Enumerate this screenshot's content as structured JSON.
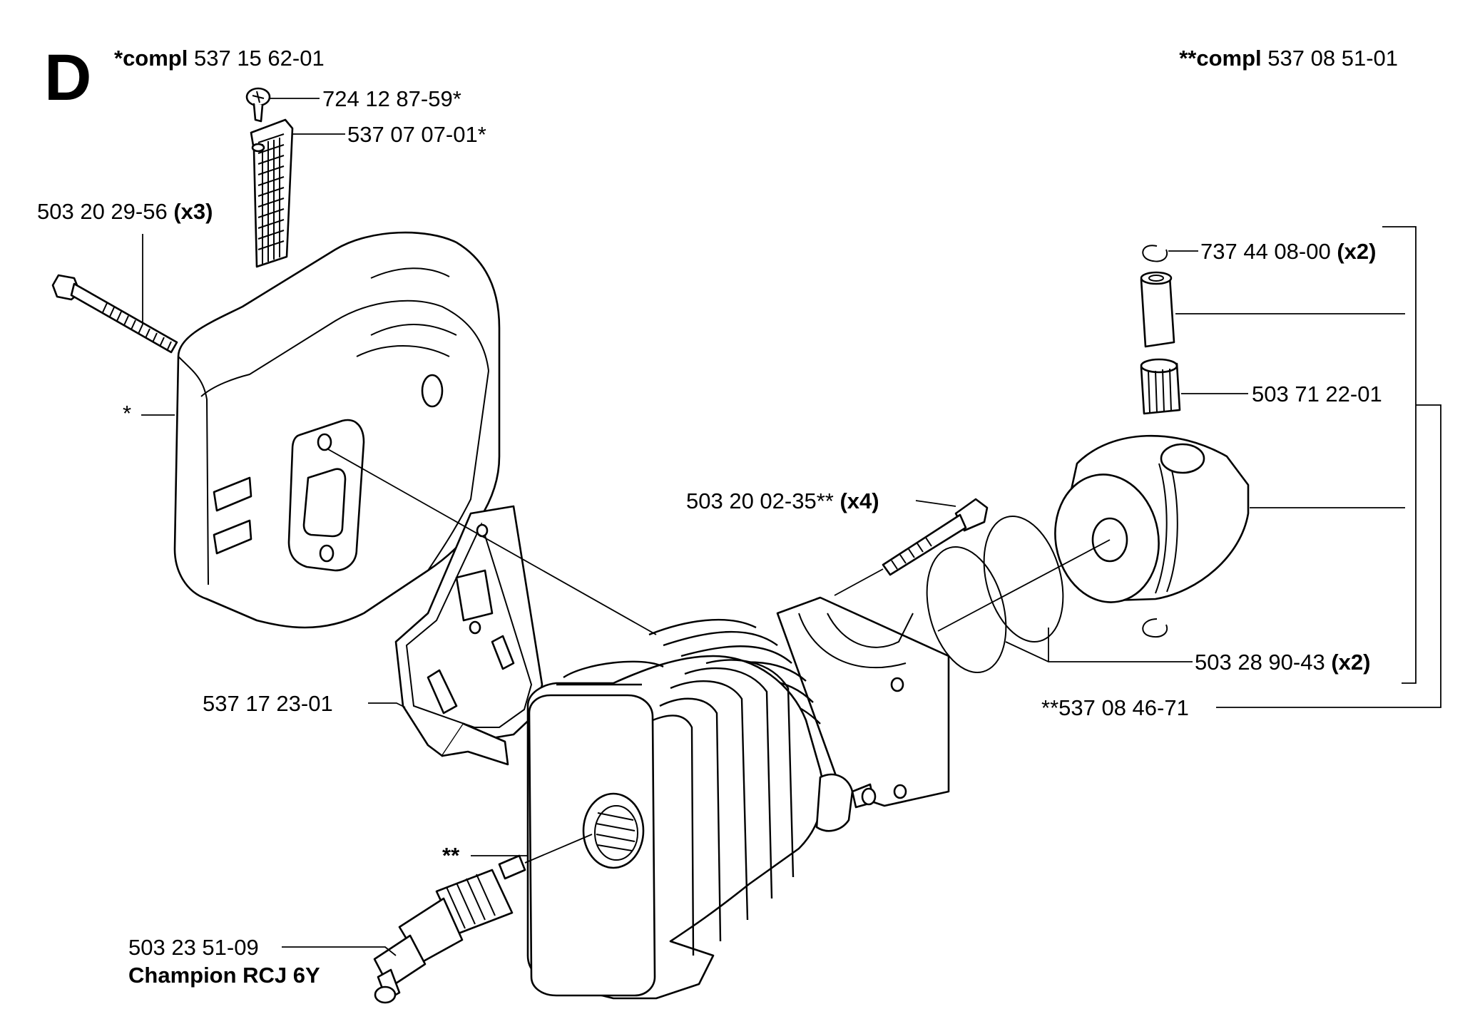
{
  "section_letter": "D",
  "header": {
    "left": {
      "prefix": "*compl",
      "number": "537 15 62-01"
    },
    "right": {
      "prefix": "**compl",
      "number": "537 08 51-01"
    }
  },
  "labels": {
    "screw_top": {
      "number": "724 12 87-59*",
      "qty": ""
    },
    "screen": {
      "number": "537 07 07-01*",
      "qty": ""
    },
    "muffler_bolt": {
      "number": "503 20 29-56",
      "qty": "(x3)"
    },
    "muffler": {
      "number": "*",
      "qty": ""
    },
    "circlip": {
      "number": "737 44 08-00",
      "qty": "(x2)"
    },
    "needle_bearing": {
      "number": "503 71 22-01",
      "qty": ""
    },
    "cylinder_bolt": {
      "number": "503 20 02-35**",
      "qty": "(x4)"
    },
    "gasket": {
      "number": "537 17 23-01",
      "qty": ""
    },
    "piston_rings": {
      "number": "503 28 90-43",
      "qty": "(x2)"
    },
    "piston_kit": {
      "number": "**537 08 46-71",
      "qty": ""
    },
    "cylinder": {
      "number": "**",
      "qty": ""
    },
    "spark_plug": {
      "number": "503 23 51-09",
      "brand": "Champion RCJ 6Y"
    }
  }
}
